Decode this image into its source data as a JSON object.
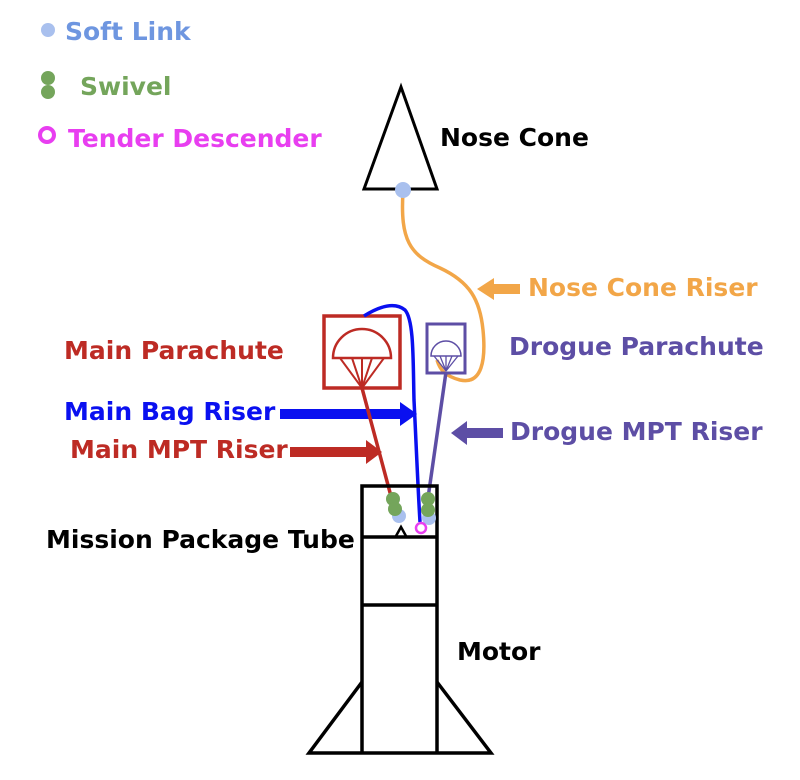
{
  "legend": {
    "soft_link": "Soft Link",
    "swivel": "Swivel",
    "tender_descender": "Tender Descender"
  },
  "labels": {
    "nose_cone": "Nose Cone",
    "nose_cone_riser": "Nose Cone Riser",
    "main_parachute": "Main Parachute",
    "drogue_parachute": "Drogue Parachute",
    "main_bag_riser": "Main Bag Riser",
    "main_mpt_riser": "Main MPT Riser",
    "drogue_mpt_riser": "Drogue MPT Riser",
    "mission_package_tube": "Mission Package Tube",
    "motor": "Motor"
  },
  "colors": {
    "soft_link": "#a9c0ee",
    "soft_link_text": "#6e96e0",
    "swivel": "#74a55b",
    "tender_descender": "#e83ef0",
    "nose_cone_riser": "#f2a648",
    "main": "#bd2b24",
    "main_bag_riser": "#0a10f0",
    "drogue": "#5d4ea5",
    "structure": "#000000"
  }
}
